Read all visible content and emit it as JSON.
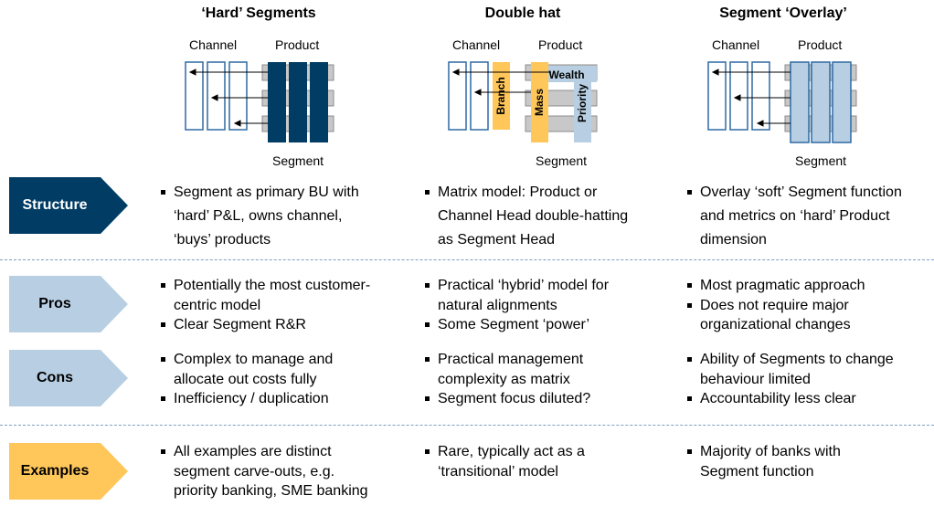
{
  "columns": [
    {
      "title": "‘Hard’ Segments",
      "diagram": {
        "channel": "Channel",
        "product": "Product",
        "segment": "Segment"
      }
    },
    {
      "title": "Double hat",
      "diagram": {
        "channel": "Channel",
        "product": "Product",
        "segment": "Segment",
        "bars": [
          "Branch",
          "Mass",
          "Wealth",
          "Priority"
        ]
      }
    },
    {
      "title": "Segment ‘Overlay’",
      "diagram": {
        "channel": "Channel",
        "product": "Product",
        "segment": "Segment"
      }
    }
  ],
  "rows": [
    {
      "label": "Structure",
      "color": "#003c64",
      "text_color": "#ffffff",
      "cells": [
        [
          "Segment as primary BU with ‘hard’ P&L, owns channel, ‘buys’ products"
        ],
        [
          "Matrix model: Product or Channel Head double-hatting as Segment Head"
        ],
        [
          "Overlay ‘soft’ Segment function and metrics on ‘hard’ Product dimension"
        ]
      ]
    },
    {
      "label": "Pros",
      "color": "#b8cfe3",
      "text_color": "#000000",
      "cells": [
        [
          "Potentially the most customer-centric model",
          "Clear Segment R&R"
        ],
        [
          "Practical ‘hybrid’ model for natural alignments",
          "Some Segment ‘power’"
        ],
        [
          "Most pragmatic approach",
          "Does not require major organizational changes"
        ]
      ]
    },
    {
      "label": "Cons",
      "color": "#b8cfe3",
      "text_color": "#000000",
      "cells": [
        [
          "Complex to manage and allocate out costs fully",
          "Inefficiency / duplication"
        ],
        [
          "Practical management complexity as matrix",
          "Segment focus diluted?"
        ],
        [
          "Ability of Segments to change behaviour limited",
          "Accountability less clear"
        ]
      ]
    },
    {
      "label": "Examples",
      "color": "#ffc65a",
      "text_color": "#000000",
      "cells": [
        [
          "All examples are distinct segment carve-outs, e.g. priority banking, SME banking"
        ],
        [
          "Rare, typically act as a ‘transitional’ model"
        ],
        [
          "Majority of banks with Segment function"
        ]
      ]
    }
  ],
  "colors": {
    "navy": "#003c64",
    "light_blue": "#b8cfe3",
    "outline_blue": "#2e6aa3",
    "gold": "#ffc65a",
    "grey": "#c8c8c8"
  }
}
